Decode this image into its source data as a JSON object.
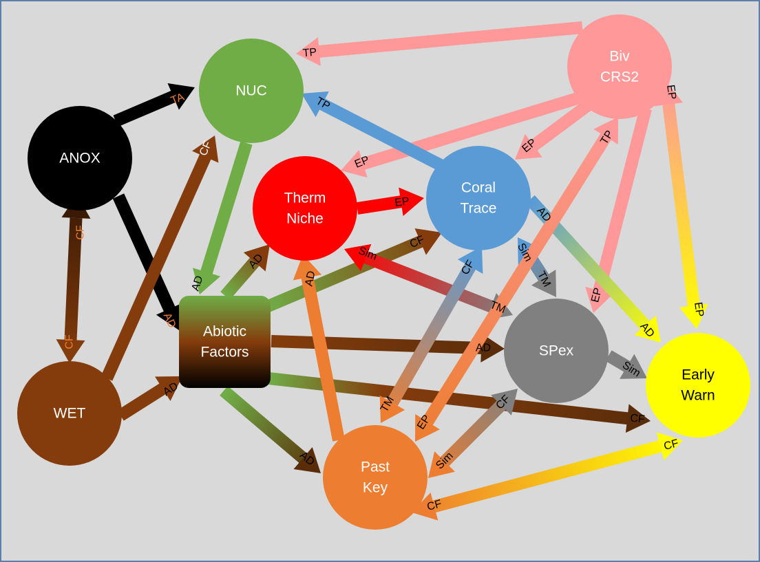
{
  "nodes": [
    {
      "id": "anox",
      "label": [
        "ANOX"
      ],
      "color": "#000000",
      "text_color": "#ffffff"
    },
    {
      "id": "nuc",
      "label": [
        "NUC"
      ],
      "color": "#70ad47",
      "text_color": "#ffffff"
    },
    {
      "id": "biv",
      "label": [
        "Biv",
        "CRS2"
      ],
      "color": "#ff9999",
      "text_color": "#ffffff"
    },
    {
      "id": "therm",
      "label": [
        "Therm",
        "Niche"
      ],
      "color": "#ff0000",
      "text_color": "#ffffff"
    },
    {
      "id": "coral",
      "label": [
        "Coral",
        "Trace"
      ],
      "color": "#5b9bd5",
      "text_color": "#ffffff"
    },
    {
      "id": "abiotic",
      "label": [
        "Abiotic",
        "Factors"
      ],
      "color": "gradient: #70ad47 to #000000 via #843c0c",
      "text_color": "#ffffff"
    },
    {
      "id": "spex",
      "label": [
        "SPex"
      ],
      "color": "#808080",
      "text_color": "#ffffff"
    },
    {
      "id": "early",
      "label": [
        "Early",
        "Warn"
      ],
      "color": "#ffff00",
      "text_color": "#000000"
    },
    {
      "id": "wet",
      "label": [
        "WET"
      ],
      "color": "#843c0c",
      "text_color": "#ffffff"
    },
    {
      "id": "past",
      "label": [
        "Past",
        "Key"
      ],
      "color": "#ed7d31",
      "text_color": "#ffffff"
    }
  ],
  "edges": [
    {
      "from": "anox",
      "to": "nuc",
      "label": "TA",
      "color": "#000000",
      "bidirectional": false
    },
    {
      "from": "anox",
      "to": "abiotic",
      "label": "AD",
      "color": "#000000",
      "bidirectional": false
    },
    {
      "from": "anox",
      "to": "wet",
      "label": "CF",
      "color": "#5a2d0a",
      "bidirectional": true
    },
    {
      "from": "wet",
      "to": "nuc",
      "label": "CF",
      "color": "#843c0c",
      "bidirectional": false
    },
    {
      "from": "wet",
      "to": "abiotic",
      "label": "AD",
      "color": "#843c0c",
      "bidirectional": false
    },
    {
      "from": "nuc",
      "to": "abiotic",
      "label": "AD",
      "color": "#70ad47",
      "bidirectional": false
    },
    {
      "from": "biv",
      "to": "nuc",
      "label": "TP",
      "color": "#ff9999",
      "bidirectional": false
    },
    {
      "from": "biv",
      "to": "therm",
      "label": "EP",
      "color": "#ff9999",
      "bidirectional": false
    },
    {
      "from": "biv",
      "to": "coral",
      "label": "EP",
      "color": "#ff9999",
      "bidirectional": false
    },
    {
      "from": "biv",
      "to": "spex",
      "label": "EP",
      "color": "#ff9999",
      "bidirectional": false
    },
    {
      "from": "biv",
      "to": "early",
      "label": "EP",
      "color": "#ffc080",
      "bidirectional": true
    },
    {
      "from": "coral",
      "to": "nuc",
      "label": "TP",
      "color": "#5b9bd5",
      "bidirectional": false
    },
    {
      "from": "therm",
      "to": "coral",
      "label": "EP",
      "color": "#ff0000",
      "bidirectional": false
    },
    {
      "from": "abiotic",
      "to": "therm",
      "label": "AD",
      "color": "#6b6b1a",
      "bidirectional": false
    },
    {
      "from": "abiotic",
      "to": "coral",
      "label": "CF",
      "color": "#6b5a1a",
      "bidirectional": false
    },
    {
      "from": "abiotic",
      "to": "spex",
      "label": "AD",
      "color": "#843c0c",
      "bidirectional": false
    },
    {
      "from": "abiotic",
      "to": "early",
      "label": "CF",
      "color": "#6b4a1a",
      "bidirectional": false
    },
    {
      "from": "abiotic",
      "to": "past",
      "label": "AD",
      "color": "#5a3a10",
      "bidirectional": false
    },
    {
      "from": "therm",
      "to": "spex",
      "label": "Sim",
      "label_to": "TM",
      "color": "#d9534f",
      "bidirectional": true
    },
    {
      "from": "coral",
      "to": "spex",
      "label": "Sim",
      "label_to": "TM",
      "color": "#6a8ab0",
      "bidirectional": true
    },
    {
      "from": "coral",
      "to": "early",
      "label": "AD",
      "color": "#c8d88a",
      "bidirectional": false
    },
    {
      "from": "past",
      "to": "therm",
      "label": "AD",
      "color": "#ed7d31",
      "bidirectional": false
    },
    {
      "from": "past",
      "to": "coral",
      "label": "CF",
      "label_to": "TM",
      "color": "#a08aa8",
      "bidirectional": true
    },
    {
      "from": "past",
      "to": "biv",
      "label": "TP",
      "label_to": "EP",
      "color": "#f08060",
      "bidirectional": true
    },
    {
      "from": "past",
      "to": "spex",
      "label": "CF",
      "label_to": "Sim",
      "color": "#c08060",
      "bidirectional": true
    },
    {
      "from": "past",
      "to": "early",
      "label": "CF",
      "label_to": "CF",
      "color": "#f4b020",
      "bidirectional": true
    },
    {
      "from": "spex",
      "to": "early",
      "label": "Sim",
      "color": "#808080",
      "bidirectional": false
    }
  ]
}
